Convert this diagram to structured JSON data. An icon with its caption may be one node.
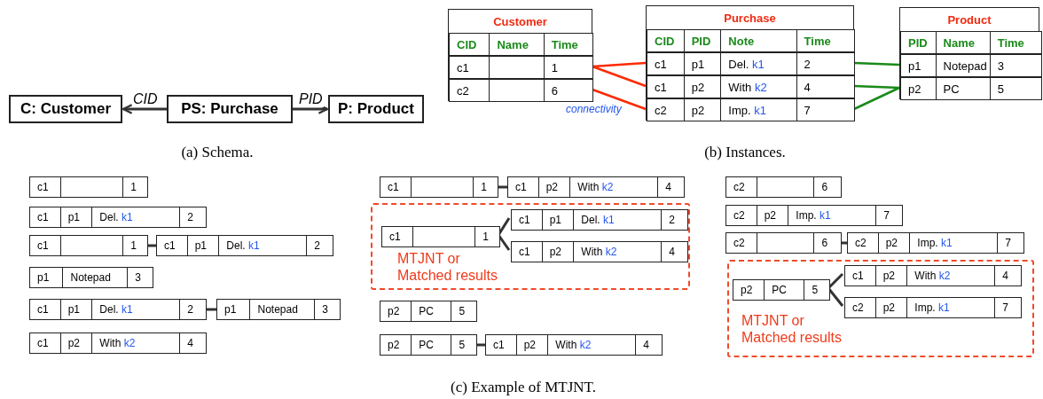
{
  "diagram": {
    "nodes": [
      {
        "text": [
          "C: Customer"
        ]
      },
      {
        "text": [
          "PS: Purchase"
        ]
      },
      {
        "text": [
          "P: Product"
        ]
      },
      {
        "text": [
          "Customer"
        ]
      },
      {
        "text": [
          "CID",
          "Name",
          "Time"
        ],
        "in": 3
      },
      {
        "text": [
          "c1",
          "1"
        ],
        "in": 3
      },
      {
        "text": [
          "c2",
          "6"
        ],
        "in": 3
      },
      {
        "text": [
          "Purchase"
        ]
      },
      {
        "text": [
          "CID",
          "PID",
          "Note",
          "Time"
        ],
        "in": 7
      },
      {
        "text": [
          "c1",
          "p1",
          "Del. k1",
          "2"
        ],
        "in": 7
      },
      {
        "text": [
          "c1",
          "p2",
          "With k2",
          "4"
        ],
        "in": 7
      },
      {
        "text": [
          "c2",
          "p2",
          "Imp. k1",
          "7"
        ],
        "in": 7
      },
      {
        "text": [
          "Product"
        ]
      },
      {
        "text": [
          "PID",
          "Name",
          "Time"
        ],
        "in": 12
      },
      {
        "text": [
          "p1",
          "Notepad",
          "3"
        ],
        "in": 12
      },
      {
        "text": [
          "p2",
          "PC",
          "5"
        ],
        "in": 12
      },
      {
        "text": [
          "c1",
          "1"
        ]
      },
      {
        "text": [
          "c1",
          "p1",
          "Del. k1",
          "2"
        ]
      },
      {
        "text": [
          "c1",
          "1"
        ]
      },
      {
        "text": [
          "c1",
          "p1",
          "Del. k1",
          "2"
        ]
      },
      {
        "text": [
          "p1",
          "Notepad",
          "3"
        ]
      },
      {
        "text": [
          "c1",
          "p1",
          "Del. k1",
          "2"
        ]
      },
      {
        "text": [
          "p1",
          "Notepad",
          "3"
        ]
      },
      {
        "text": [
          "c1",
          "p2",
          "With k2",
          "4"
        ]
      },
      {
        "text": [
          "c1",
          "1"
        ]
      },
      {
        "text": [
          "c1",
          "p2",
          "With k2",
          "4"
        ]
      },
      {
        "text": [
          "MTJNT or Matched results"
        ]
      },
      {
        "text": [
          "c1",
          "1"
        ],
        "in": 26
      },
      {
        "text": [
          "c1",
          "p1",
          "Del. k1",
          "2"
        ],
        "in": 26
      },
      {
        "text": [
          "c1",
          "p2",
          "With k2",
          "4"
        ],
        "in": 26
      },
      {
        "text": [
          "p2",
          "PC",
          "5"
        ]
      },
      {
        "text": [
          "p2",
          "PC",
          "5"
        ]
      },
      {
        "text": [
          "c1",
          "p2",
          "With k2",
          "4"
        ]
      },
      {
        "text": [
          "c2",
          "6"
        ]
      },
      {
        "text": [
          "c2",
          "p2",
          "Imp. k1",
          "7"
        ]
      },
      {
        "text": [
          "c2",
          "6"
        ]
      },
      {
        "text": [
          "c2",
          "p2",
          "Imp. k1",
          "7"
        ]
      },
      {
        "text": [
          "MTJNT or Matched results"
        ]
      },
      {
        "text": [
          "p2",
          "PC",
          "5"
        ],
        "in": 37
      },
      {
        "text": [
          "c1",
          "p2",
          "With k2",
          "4"
        ],
        "in": 37
      },
      {
        "text": [
          "c2",
          "p2",
          "Imp. k1",
          "7"
        ],
        "in": 37
      }
    ],
    "edges": [
      {
        "from": 1,
        "to": 0,
        "arrow": "to",
        "label": "CID"
      },
      {
        "from": 1,
        "to": 2,
        "arrow": "to",
        "label": "PID"
      },
      {
        "from": 5,
        "to": 9,
        "arrow": "none",
        "color": "#ff2a00"
      },
      {
        "from": 5,
        "to": 10,
        "arrow": "none",
        "color": "#ff2a00"
      },
      {
        "from": 6,
        "to": 11,
        "arrow": "none",
        "color": "#ff2a00"
      },
      {
        "from": 9,
        "to": 14,
        "arrow": "none",
        "color": "#1a8a1a"
      },
      {
        "from": 10,
        "to": 15,
        "arrow": "none",
        "color": "#1a8a1a"
      },
      {
        "from": 11,
        "to": 15,
        "arrow": "none",
        "color": "#1a8a1a"
      },
      {
        "from": 18,
        "to": 19,
        "arrow": "none"
      },
      {
        "from": 21,
        "to": 22,
        "arrow": "none"
      },
      {
        "from": 24,
        "to": 25,
        "arrow": "none"
      },
      {
        "from": 27,
        "to": 28,
        "arrow": "none"
      },
      {
        "from": 27,
        "to": 29,
        "arrow": "none"
      },
      {
        "from": 31,
        "to": 32,
        "arrow": "none"
      },
      {
        "from": 35,
        "to": 36,
        "arrow": "none"
      },
      {
        "from": 38,
        "to": 39,
        "arrow": "none"
      },
      {
        "from": 38,
        "to": 40,
        "arrow": "none"
      }
    ],
    "labels": [
      "connectivity",
      "(a) Schema.",
      "(b) Instances.",
      "(c) Example of MTJNT."
    ]
  }
}
